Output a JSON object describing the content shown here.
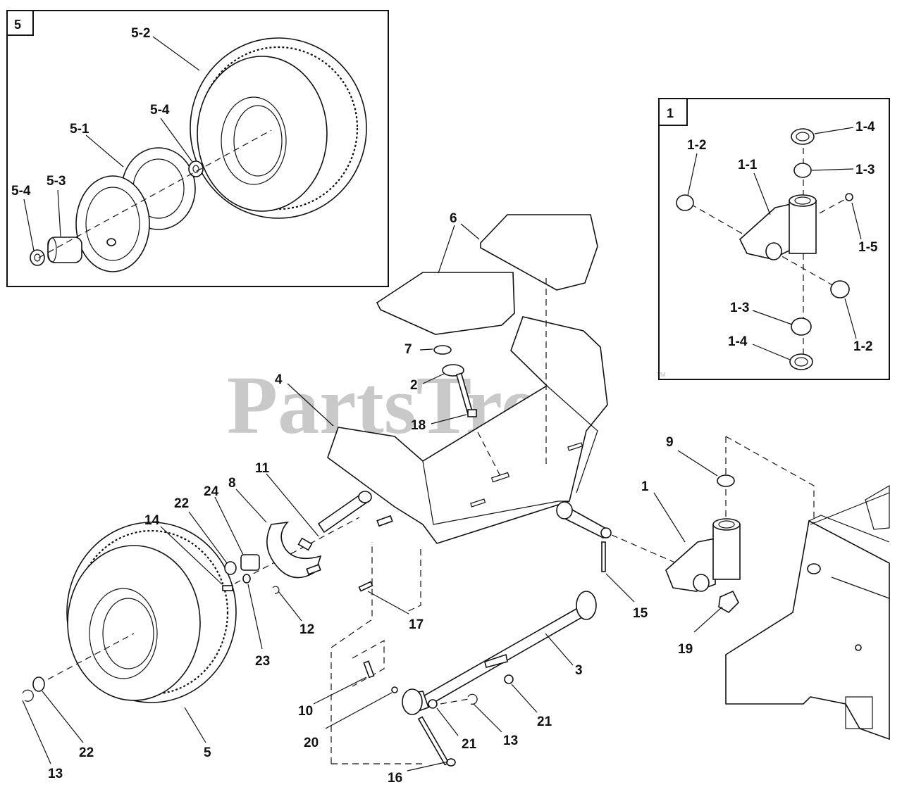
{
  "watermark": {
    "text": "PartsTree",
    "tm": "™"
  },
  "detail_boxes": {
    "wheel_assembly": "5",
    "spindle_assembly": "1"
  },
  "callouts": {
    "5-1": "5-1",
    "5-2": "5-2",
    "5-3": "5-3",
    "5-4a": "5-4",
    "5-4b": "5-4",
    "1-1": "1-1",
    "1-2a": "1-2",
    "1-2b": "1-2",
    "1-3a": "1-3",
    "1-3b": "1-3",
    "1-4a": "1-4",
    "1-4b": "1-4",
    "1-5": "1-5",
    "p1": "1",
    "p2": "2",
    "p3": "3",
    "p4": "4",
    "p5": "5",
    "p6": "6",
    "p7": "7",
    "p8": "8",
    "p9": "9",
    "p10": "10",
    "p11": "11",
    "p12": "12",
    "p13a": "13",
    "p13b": "13",
    "p14": "14",
    "p15": "15",
    "p16": "16",
    "p17": "17",
    "p18": "18",
    "p19": "19",
    "p20": "20",
    "p21a": "21",
    "p21b": "21",
    "p22a": "22",
    "p22b": "22",
    "p23": "23",
    "p24": "24"
  }
}
